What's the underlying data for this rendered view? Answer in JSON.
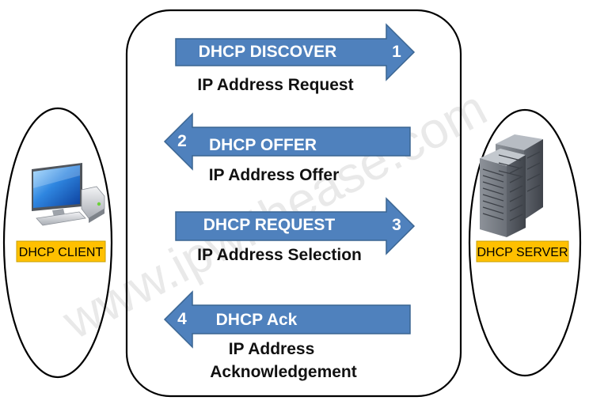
{
  "client": {
    "label": "DHCP CLIENT"
  },
  "server": {
    "label": "DHCP SERVER"
  },
  "watermark": "www.ipwithease.com",
  "colors": {
    "arrow_fill": "#4f81bd",
    "arrow_stroke": "#3a6592",
    "label_fill": "#ffc000",
    "label_stroke": "#c8a000"
  },
  "steps": [
    {
      "number": "1",
      "title": "DHCP DISCOVER",
      "description": [
        "IP Address Request"
      ],
      "direction": "right"
    },
    {
      "number": "2",
      "title": "DHCP OFFER",
      "description": [
        "IP Address Offer"
      ],
      "direction": "left"
    },
    {
      "number": "3",
      "title": "DHCP REQUEST",
      "description": [
        "IP Address Selection"
      ],
      "direction": "right"
    },
    {
      "number": "4",
      "title": "DHCP Ack",
      "description": [
        "IP Address",
        "Acknowledgement"
      ],
      "direction": "left"
    }
  ]
}
